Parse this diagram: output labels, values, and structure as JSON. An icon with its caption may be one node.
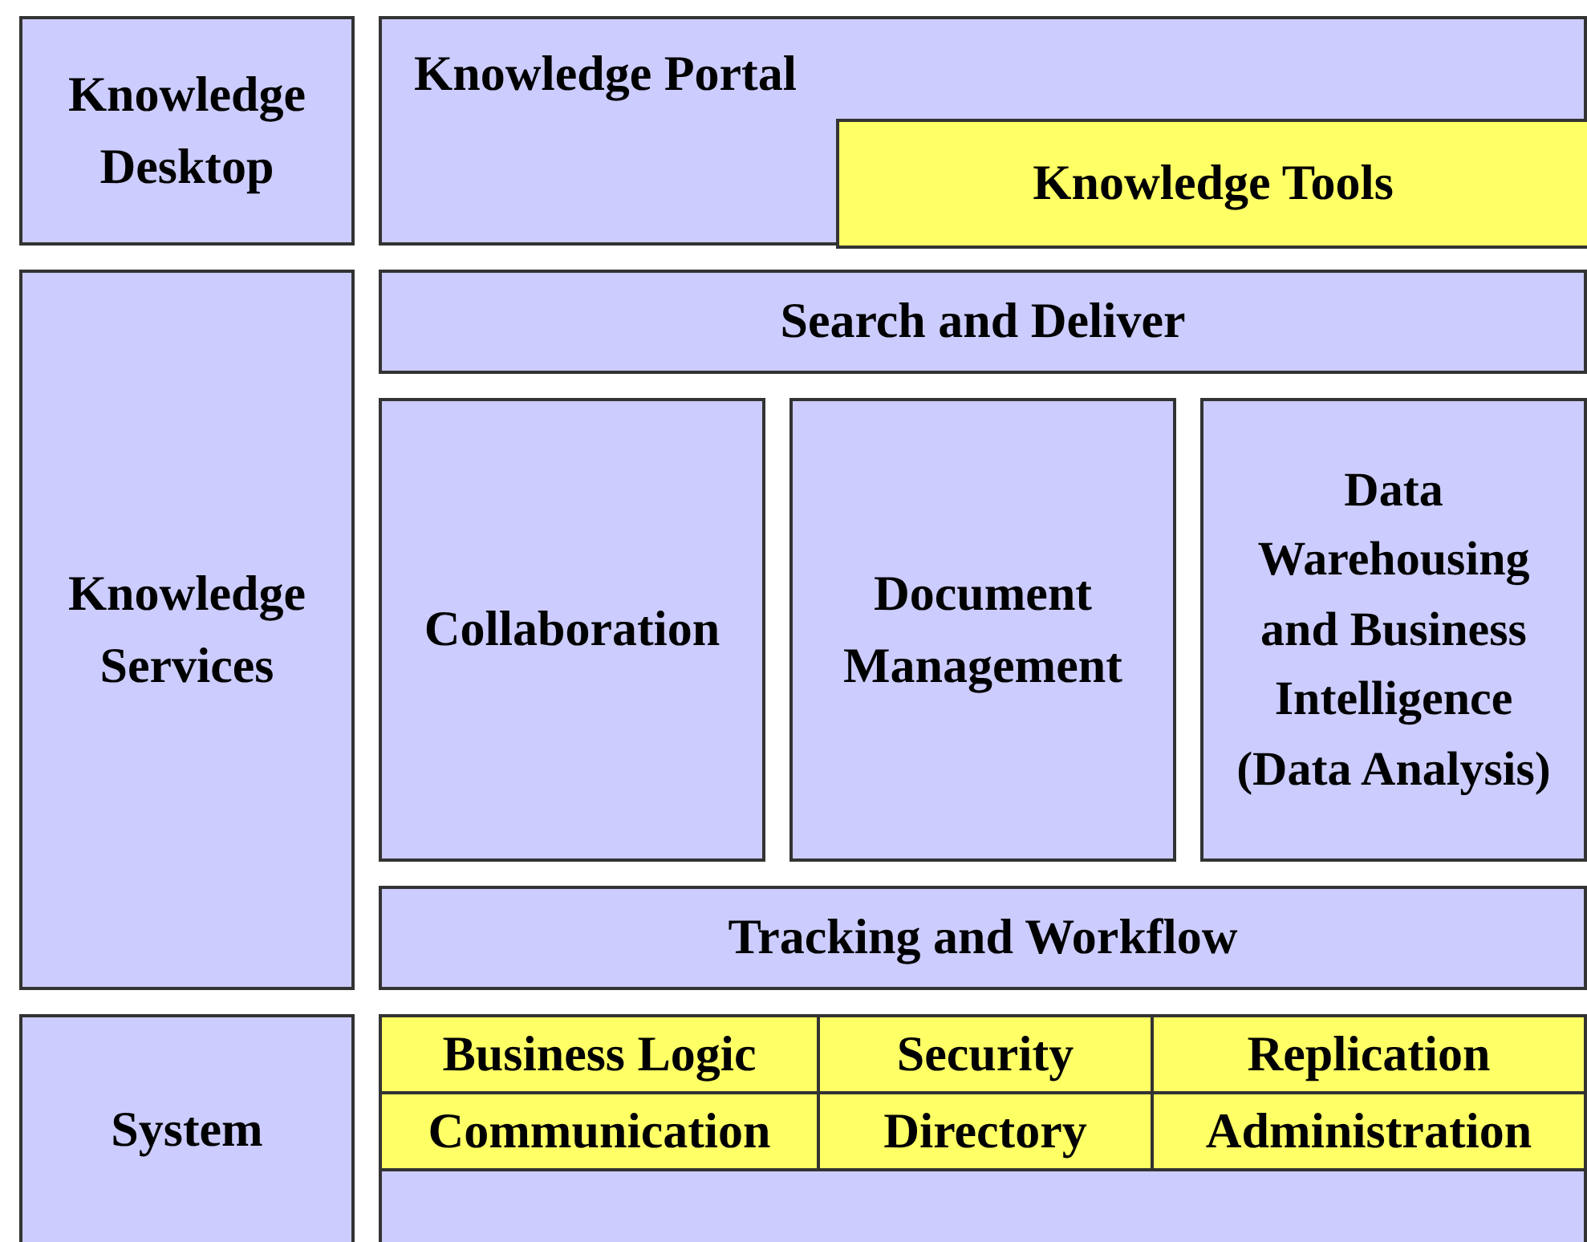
{
  "diagram": {
    "nodes": [
      {
        "text": [
          "Knowledge Desktop"
        ]
      },
      {
        "text": [
          "Knowledge Portal"
        ]
      },
      {
        "text": [
          "Knowledge Tools"
        ],
        "in": 1
      },
      {
        "text": [
          "Knowledge Services"
        ]
      },
      {
        "text": [
          "Search and Deliver"
        ]
      },
      {
        "text": [
          "Collaboration"
        ]
      },
      {
        "text": [
          "Document Management"
        ]
      },
      {
        "text": [
          "Data Warehousing and Business Intelligence (Data Analysis)"
        ]
      },
      {
        "text": [
          "Tracking and Workflow"
        ]
      },
      {
        "text": [
          "System"
        ]
      },
      {
        "text": [],
        "shape": "box"
      },
      {
        "text": [
          "Business Logic"
        ],
        "in": 10
      },
      {
        "text": [
          "Security"
        ],
        "in": 10
      },
      {
        "text": [
          "Replication"
        ],
        "in": 10
      },
      {
        "text": [
          "Communication"
        ],
        "in": 10
      },
      {
        "text": [
          "Directory"
        ],
        "in": 10
      },
      {
        "text": [
          "Administration"
        ],
        "in": 10
      }
    ]
  }
}
